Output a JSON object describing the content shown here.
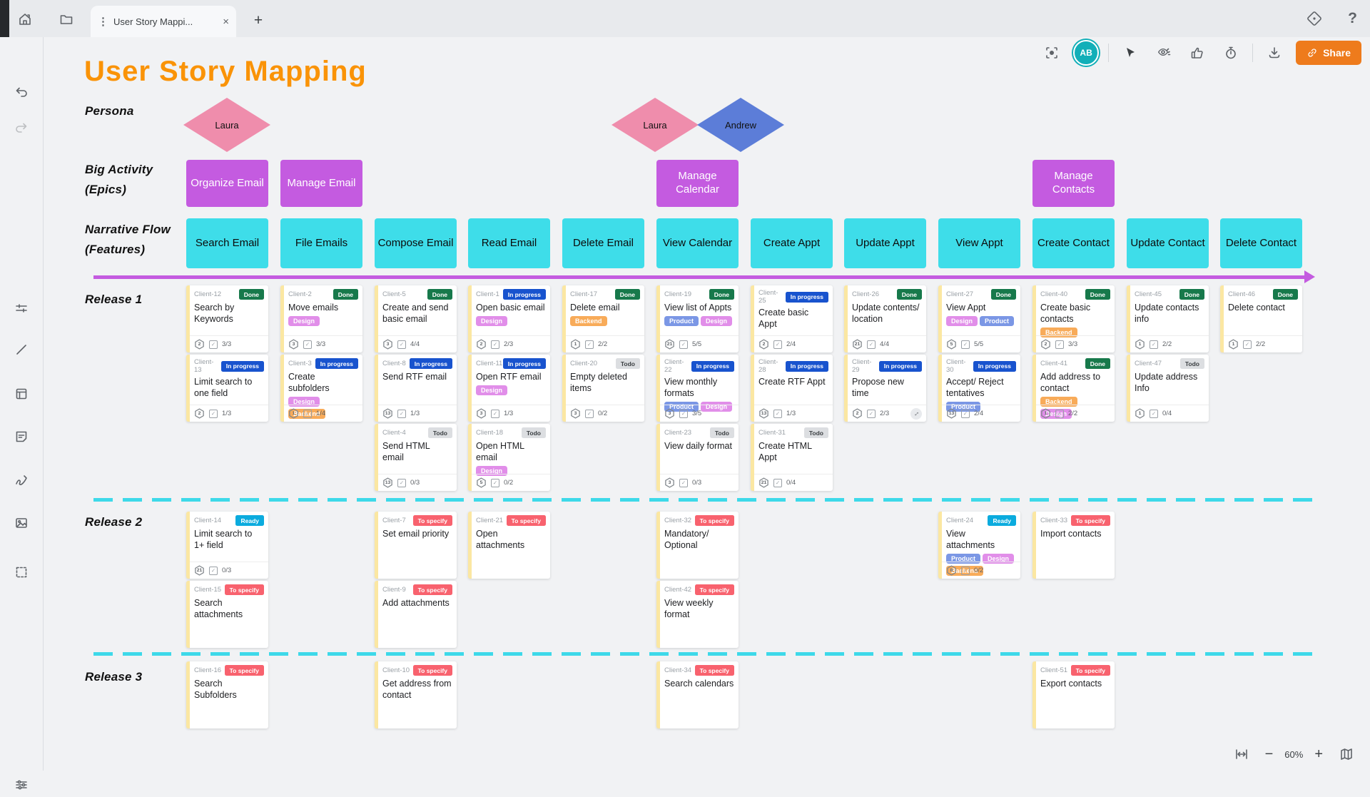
{
  "tab_bar": {
    "tab_title": "User Story Mappi...",
    "menu_glyph": "⋮",
    "close_glyph": "×",
    "new_tab_glyph": "+",
    "help_glyph": "?"
  },
  "toolbar": {
    "avatar_initials": "AB",
    "share_label": "Share"
  },
  "zoom_controls": {
    "zoom_level": "60%"
  },
  "canvas": {
    "title": "User Story Mapping",
    "labels": {
      "persona": "Persona",
      "epics_line1": "Big Activity",
      "epics_line2": "(Epics)",
      "features_line1": "Narrative Flow",
      "features_line2": "(Features)"
    },
    "releases": [
      "Release 1",
      "Release 2",
      "Release 3"
    ],
    "personas": [
      {
        "name": "Laura",
        "color": "#EF8DAC"
      },
      {
        "name": "Laura",
        "color": "#EF8DAC"
      },
      {
        "name": "Andrew",
        "color": "#5C7DD8"
      }
    ],
    "epics": [
      {
        "label": "Organize Email",
        "col": 0
      },
      {
        "label": "Manage Email",
        "col": 1
      },
      {
        "label": "Manage Calendar",
        "col": 5
      },
      {
        "label": "Manage Contacts",
        "col": 9
      }
    ],
    "features": [
      "Search Email",
      "File Emails",
      "Compose Email",
      "Read Email",
      "Delete Email",
      "View Calendar",
      "Create Appt",
      "Update Appt",
      "View Appt",
      "Create Contact",
      "Update Contact",
      "Delete Contact"
    ],
    "cards": [
      {
        "col": 0,
        "release": 1,
        "row": 0,
        "id": "Client-12",
        "status": "Done",
        "title": "Search by Keywords",
        "estimate": "2",
        "checklist": "3/3"
      },
      {
        "col": 0,
        "release": 1,
        "row": 1,
        "id": "Client-13",
        "status": "In progress",
        "title": "Limit search to one field",
        "estimate": "2",
        "checklist": "1/3"
      },
      {
        "col": 1,
        "release": 1,
        "row": 0,
        "id": "Client-2",
        "status": "Done",
        "title": "Move emails",
        "tags": [
          "Design"
        ],
        "estimate": "3",
        "checklist": "3/3"
      },
      {
        "col": 1,
        "release": 1,
        "row": 1,
        "id": "Client-3",
        "status": "In progress",
        "title": "Create subfolders",
        "tags": [
          "Design",
          "Backend"
        ],
        "estimate": "1",
        "checklist": "1/4"
      },
      {
        "col": 2,
        "release": 1,
        "row": 0,
        "id": "Client-5",
        "status": "Done",
        "title": "Create and send basic email",
        "estimate": "3",
        "checklist": "4/4"
      },
      {
        "col": 2,
        "release": 1,
        "row": 1,
        "id": "Client-8",
        "status": "In progress",
        "title": "Send RTF email",
        "estimate": "13",
        "checklist": "1/3"
      },
      {
        "col": 2,
        "release": 1,
        "row": 2,
        "id": "Client-4",
        "status": "Todo",
        "title": "Send HTML email",
        "estimate": "13",
        "checklist": "0/3"
      },
      {
        "col": 3,
        "release": 1,
        "row": 0,
        "id": "Client-1",
        "status": "In progress",
        "title": "Open basic email",
        "tags": [
          "Design"
        ],
        "estimate": "2",
        "checklist": "2/3"
      },
      {
        "col": 3,
        "release": 1,
        "row": 1,
        "id": "Client-11",
        "status": "In progress",
        "title": "Open RTF email",
        "tags": [
          "Design"
        ],
        "estimate": "3",
        "checklist": "1/3"
      },
      {
        "col": 3,
        "release": 1,
        "row": 2,
        "id": "Client-18",
        "status": "Todo",
        "title": "Open HTML email",
        "tags": [
          "Design"
        ],
        "estimate": "5",
        "checklist": "0/2"
      },
      {
        "col": 4,
        "release": 1,
        "row": 0,
        "id": "Client-17",
        "status": "Done",
        "title": "Delete email",
        "tags": [
          "Backend"
        ],
        "estimate": "1",
        "checklist": "2/2"
      },
      {
        "col": 4,
        "release": 1,
        "row": 1,
        "id": "Client-20",
        "status": "Todo",
        "title": "Empty deleted items",
        "estimate": "3",
        "checklist": "0/2"
      },
      {
        "col": 5,
        "release": 1,
        "row": 0,
        "id": "Client-19",
        "status": "Done",
        "title": "View list of Appts",
        "tags": [
          "Product",
          "Design"
        ],
        "estimate": "21",
        "checklist": "5/5"
      },
      {
        "col": 5,
        "release": 1,
        "row": 1,
        "id": "Client-22",
        "status": "In progress",
        "title": "View monthly formats",
        "tags": [
          "Product",
          "Design"
        ],
        "estimate": "3",
        "checklist": "3/5"
      },
      {
        "col": 5,
        "release": 1,
        "row": 2,
        "id": "Client-23",
        "status": "Todo",
        "title": "View daily format",
        "estimate": "3",
        "checklist": "0/3"
      },
      {
        "col": 6,
        "release": 1,
        "row": 0,
        "id": "Client-25",
        "status": "In progress",
        "title": "Create basic Appt",
        "estimate": "2",
        "checklist": "2/4"
      },
      {
        "col": 6,
        "release": 1,
        "row": 1,
        "id": "Client-28",
        "status": "In progress",
        "title": "Create RTF Appt",
        "estimate": "13",
        "checklist": "1/3"
      },
      {
        "col": 6,
        "release": 1,
        "row": 2,
        "id": "Client-31",
        "status": "Todo",
        "title": "Create HTML Appt",
        "estimate": "21",
        "checklist": "0/4"
      },
      {
        "col": 7,
        "release": 1,
        "row": 0,
        "id": "Client-26",
        "status": "Done",
        "title": "Update contents/ location",
        "estimate": "21",
        "checklist": "4/4"
      },
      {
        "col": 7,
        "release": 1,
        "row": 1,
        "id": "Client-29",
        "status": "In progress",
        "title": "Propose new time",
        "estimate": "2",
        "checklist": "2/3",
        "expand": true
      },
      {
        "col": 8,
        "release": 1,
        "row": 0,
        "id": "Client-27",
        "status": "Done",
        "title": "View Appt",
        "tags": [
          "Design",
          "Product"
        ],
        "estimate": "5",
        "checklist": "5/5"
      },
      {
        "col": 8,
        "release": 1,
        "row": 1,
        "id": "Client-30",
        "status": "In progress",
        "title": "Accept/ Reject tentatives",
        "tags": [
          "Product"
        ],
        "estimate": "13",
        "checklist": "2/4"
      },
      {
        "col": 9,
        "release": 1,
        "row": 0,
        "id": "Client-40",
        "status": "Done",
        "title": "Create basic contacts",
        "tags": [
          "Backend"
        ],
        "estimate": "2",
        "checklist": "3/3"
      },
      {
        "col": 9,
        "release": 1,
        "row": 1,
        "id": "Client-41",
        "status": "Done",
        "title": "Add address to contact",
        "tags": [
          "Backend",
          "Design"
        ],
        "estimate": "1",
        "checklist": "2/2"
      },
      {
        "col": 10,
        "release": 1,
        "row": 0,
        "id": "Client-45",
        "status": "Done",
        "title": "Update contacts info",
        "estimate": "1",
        "checklist": "2/2"
      },
      {
        "col": 10,
        "release": 1,
        "row": 1,
        "id": "Client-47",
        "status": "Todo",
        "title": "Update address Info",
        "estimate": "1",
        "checklist": "0/4"
      },
      {
        "col": 11,
        "release": 1,
        "row": 0,
        "id": "Client-46",
        "status": "Done",
        "title": "Delete contact",
        "estimate": "1",
        "checklist": "2/2"
      },
      {
        "col": 0,
        "release": 2,
        "row": 0,
        "id": "Client-14",
        "status": "Ready",
        "title": "Limit search to 1+ field",
        "estimate": "21",
        "checklist": "0/3"
      },
      {
        "col": 0,
        "release": 2,
        "row": 1,
        "id": "Client-15",
        "status": "To specify",
        "title": "Search attachments"
      },
      {
        "col": 2,
        "release": 2,
        "row": 0,
        "id": "Client-7",
        "status": "To specify",
        "title": "Set email priority"
      },
      {
        "col": 2,
        "release": 2,
        "row": 1,
        "id": "Client-9",
        "status": "To specify",
        "title": "Add attachments"
      },
      {
        "col": 3,
        "release": 2,
        "row": 0,
        "id": "Client-21",
        "status": "To specify",
        "title": "Open attachments"
      },
      {
        "col": 5,
        "release": 2,
        "row": 0,
        "id": "Client-32",
        "status": "To specify",
        "title": "Mandatory/ Optional"
      },
      {
        "col": 5,
        "release": 2,
        "row": 1,
        "id": "Client-42",
        "status": "To specify",
        "title": "View weekly format"
      },
      {
        "col": 8,
        "release": 2,
        "row": 0,
        "id": "Client-24",
        "status": "Ready",
        "title": "View attachments",
        "tags": [
          "Product",
          "Design",
          "Backend"
        ],
        "estimate": "8",
        "checklist": "0/2"
      },
      {
        "col": 9,
        "release": 2,
        "row": 0,
        "id": "Client-33",
        "status": "To specify",
        "title": "Import contacts"
      },
      {
        "col": 0,
        "release": 3,
        "row": 0,
        "id": "Client-16",
        "status": "To specify",
        "title": "Search Subfolders"
      },
      {
        "col": 2,
        "release": 3,
        "row": 0,
        "id": "Client-10",
        "status": "To specify",
        "title": "Get address from contact"
      },
      {
        "col": 5,
        "release": 3,
        "row": 0,
        "id": "Client-34",
        "status": "To specify",
        "title": "Search calendars"
      },
      {
        "col": 9,
        "release": 3,
        "row": 0,
        "id": "Client-51",
        "status": "To specify",
        "title": "Export contacts"
      }
    ]
  },
  "colors": {
    "title_orange": "#FA9307",
    "epic_purple": "#C45BE0",
    "feature_cyan": "#3EDDE9",
    "arrow_purple": "#C45BE0",
    "release_divider_cyan": "#3ED9E9",
    "card_stripe_yellow": "#FBE7A2",
    "share_orange": "#EE7B1C",
    "avatar_teal": "#12AFB8",
    "status": {
      "Done": "#17794B",
      "In progress": "#1853CE",
      "Todo": "#DCDEE1",
      "Ready": "#0BABDE",
      "To specify": "#F8626E"
    },
    "tags": {
      "Design": "#E18EE9",
      "Backend": "#F8AB59",
      "Product": "#7B97E5"
    }
  }
}
